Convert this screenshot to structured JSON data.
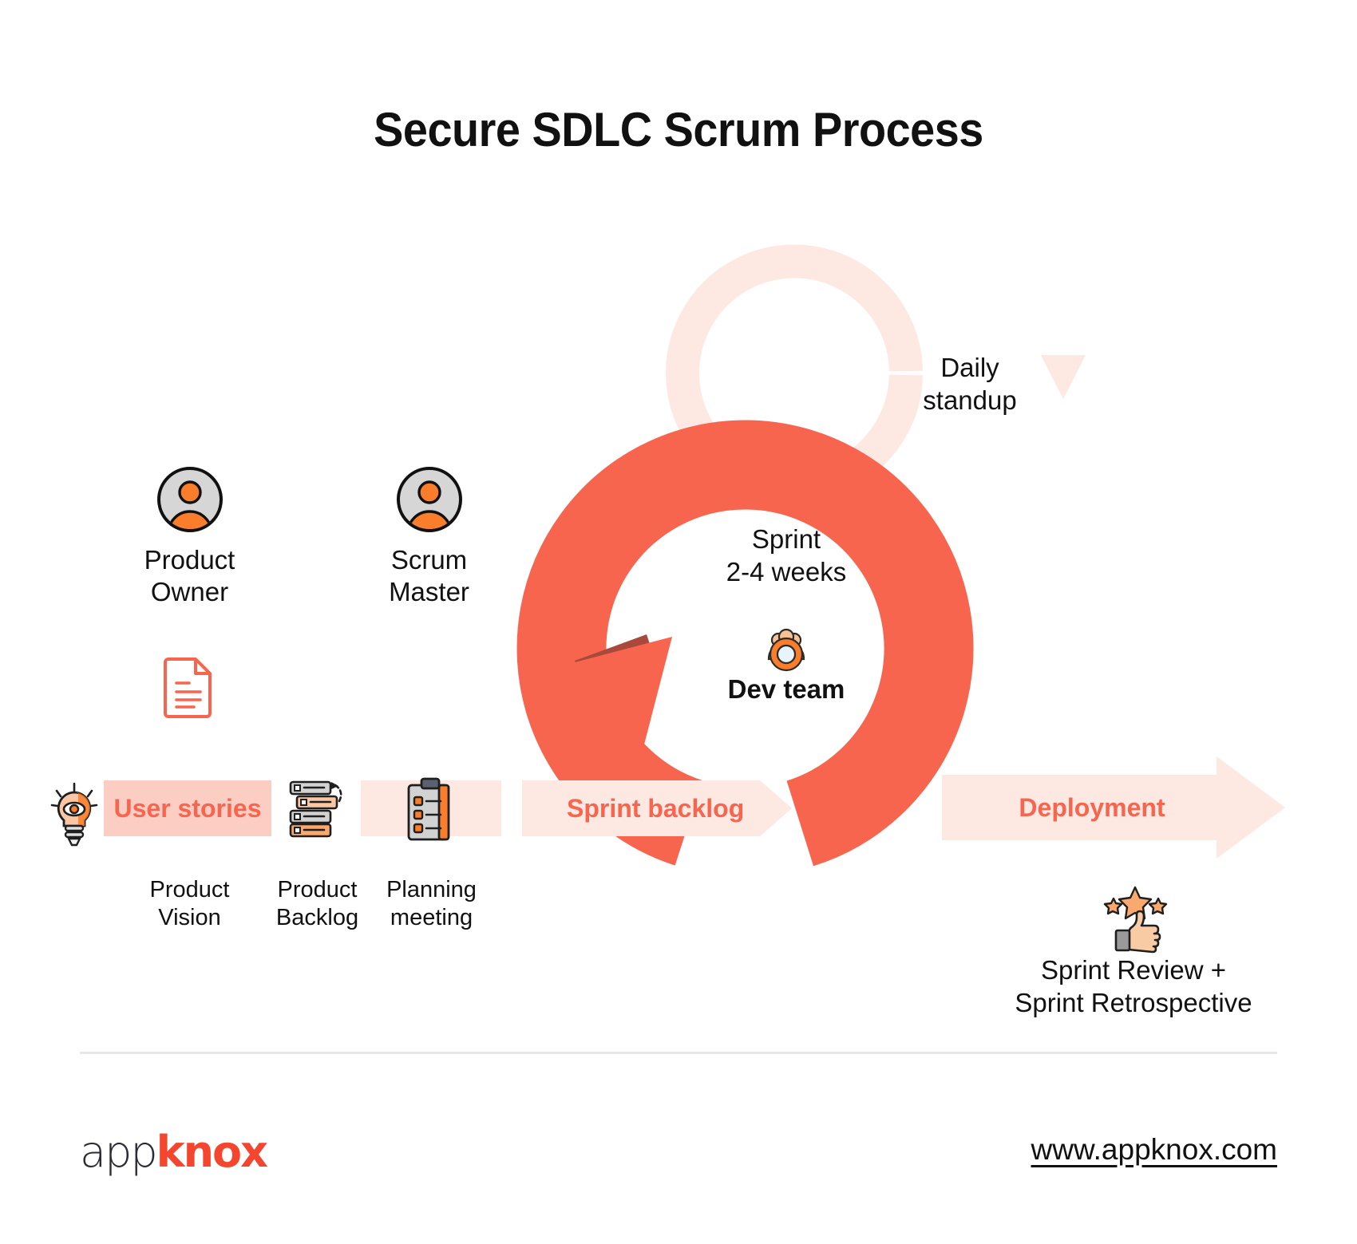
{
  "page": {
    "title": "Secure SDLC Scrum Process",
    "background_color": "#ffffff"
  },
  "colors": {
    "coral": "#f8654f",
    "coral_dark": "#a8493c",
    "pink_light": "#fde8e2",
    "pink_mid": "#fccdc3",
    "orange": "#f97d2a",
    "gray_avatar": "#d6d6d6",
    "text": "#111111",
    "divider": "#e8e8e8",
    "logo_red": "#f4452f"
  },
  "roles": [
    {
      "label": "Product\nOwner",
      "icon": "user-avatar-icon"
    },
    {
      "label": "Scrum\nMaster",
      "icon": "user-avatar-icon"
    }
  ],
  "process_band": {
    "user_stories": {
      "label": "User stories",
      "icon": "lightbulb-idea-icon"
    },
    "product_backlog": {
      "icon": "backlog-list-icon"
    },
    "planning_meeting": {
      "icon": "clipboard-checklist-icon"
    },
    "sprint_backlog": {
      "label": "Sprint backlog"
    },
    "deployment": {
      "label": "Deployment"
    }
  },
  "captions": {
    "product_vision": "Product\nVision",
    "product_backlog": "Product\nBacklog",
    "planning_meeting": "Planning\nmeeting",
    "sprint_review": "Sprint Review +\nSprint Retrospective"
  },
  "sprint": {
    "duration_text": "Sprint\n2-4 weeks",
    "dev_team_label": "Dev team",
    "dev_team_icon": "team-gear-icon",
    "daily_standup_text": "Daily\nstandup"
  },
  "icons": {
    "product_vision": "document-icon",
    "sprint_review": "thumbs-up-stars-icon"
  },
  "footer": {
    "logo_part1": "app",
    "logo_part2": "knox",
    "url": "www.appknox.com"
  }
}
